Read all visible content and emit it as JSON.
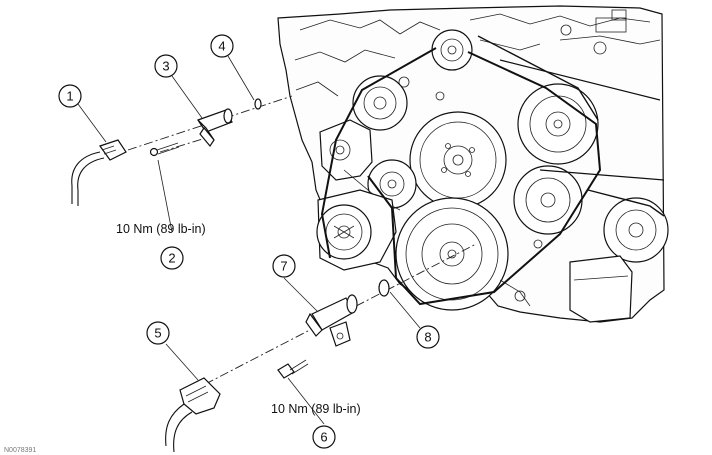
{
  "callouts": [
    {
      "id": "1",
      "label": "1"
    },
    {
      "id": "2",
      "label": "2"
    },
    {
      "id": "3",
      "label": "3"
    },
    {
      "id": "4",
      "label": "4"
    },
    {
      "id": "5",
      "label": "5"
    },
    {
      "id": "6",
      "label": "6"
    },
    {
      "id": "7",
      "label": "7"
    },
    {
      "id": "8",
      "label": "8"
    }
  ],
  "torque_upper": "10 Nm (89 lb-in)",
  "torque_lower": "10 Nm (89 lb-in)",
  "figure_id": "N0078391"
}
